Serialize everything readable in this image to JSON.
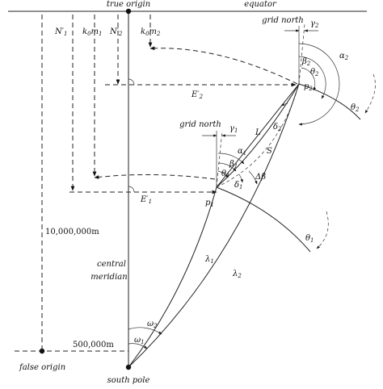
{
  "labels": {
    "true_origin": "true origin",
    "equator": "equator",
    "grid_north_2": "grid north",
    "grid_north_1": "grid north",
    "gamma2": "γ",
    "gamma2_sub": "2",
    "gamma1": "γ",
    "gamma1_sub": "1",
    "N1p": "N′",
    "N1p_sub": "1",
    "k0m1": "k",
    "k0m1_sub0": "0",
    "k0m1_m": "m",
    "k0m1_sub1": "1",
    "N2p": "N′",
    "N2p_sub": "2",
    "k0m2": "k",
    "k0m2_sub0": "0",
    "k0m2_m": "m",
    "k0m2_sub2": "2",
    "alpha2": "α",
    "alpha2_sub": "2",
    "beta2": "β",
    "beta2_sub": "2",
    "theta2_inner": "θ",
    "theta2_inner_sub": "2",
    "p2": "p",
    "p2_sub": "2",
    "theta2_outer": "θ",
    "theta2_outer_sub": "2",
    "E2p": "E′",
    "E2p_sub": "2",
    "delta2": "δ",
    "delta2_sub": "2",
    "L": "L",
    "S": "S",
    "alpha1": "α",
    "alpha1_sub": "1",
    "beta1": "β",
    "beta1_sub": "1",
    "theta1_inner": "θ",
    "theta1_inner_sub": "1",
    "delta1": "δ",
    "delta1_sub": "1",
    "delta_beta": "Δβ",
    "E1p": "E′",
    "E1p_sub": "1",
    "p1": "p",
    "p1_sub": "1",
    "theta1_outer": "θ",
    "theta1_outer_sub": "1",
    "false_northing": "10,000,000m",
    "central": "central",
    "meridian": "meridian",
    "lambda1": "λ",
    "lambda1_sub": "1",
    "lambda2": "λ",
    "lambda2_sub": "2",
    "omega2": "ω",
    "omega2_sub": "2",
    "omega1": "ω",
    "omega1_sub": "1",
    "false_easting": "500,000m",
    "false_origin": "false origin",
    "south_pole": "south pole"
  }
}
